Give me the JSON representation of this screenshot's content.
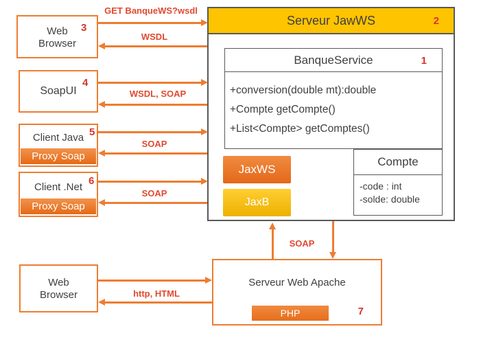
{
  "colors": {
    "accent_orange": "#ED7D31",
    "gold_header": "#FFC400",
    "red_edge_label": "#E1492F",
    "red_number": "#D7342A",
    "text_dark": "#3F3F3F",
    "uml_border_gray": "#595959"
  },
  "nodes": {
    "web_browser_top": {
      "label": "Web Browser",
      "number": "3"
    },
    "soapui": {
      "label": "SoapUI",
      "number": "4"
    },
    "client_java": {
      "label": "Client Java",
      "number": "5",
      "proxy": "Proxy Soap"
    },
    "client_net": {
      "label": "Client .Net",
      "number": "6",
      "proxy": "Proxy Soap"
    },
    "web_browser_bottom": {
      "label": "Web Browser"
    },
    "jawws_server": {
      "title": "Serveur JawWS",
      "number": "2"
    },
    "banque_service": {
      "title": "BanqueService",
      "number": "1",
      "methods": [
        "+conversion(double mt):double",
        "+Compte getCompte()",
        "+List<Compte> getComptes()"
      ]
    },
    "jaxws": {
      "label": "JaxWS"
    },
    "jaxb": {
      "label": "JaxB"
    },
    "compte": {
      "title": "Compte",
      "attributes": [
        "-code : int",
        "-solde: double"
      ]
    },
    "apache_server": {
      "title": "Serveur Web Apache",
      "number": "7",
      "module": "PHP"
    }
  },
  "edges": {
    "get_banquews_wsdl": {
      "label": "GET BanqueWS?wsdl"
    },
    "wsdl": {
      "label": "WSDL"
    },
    "wsdl_soap": {
      "label": "WSDL, SOAP"
    },
    "soap_java": {
      "label": "SOAP"
    },
    "soap_net": {
      "label": "SOAP"
    },
    "soap_apache": {
      "label": "SOAP"
    },
    "http_html": {
      "label": "http, HTML"
    }
  }
}
